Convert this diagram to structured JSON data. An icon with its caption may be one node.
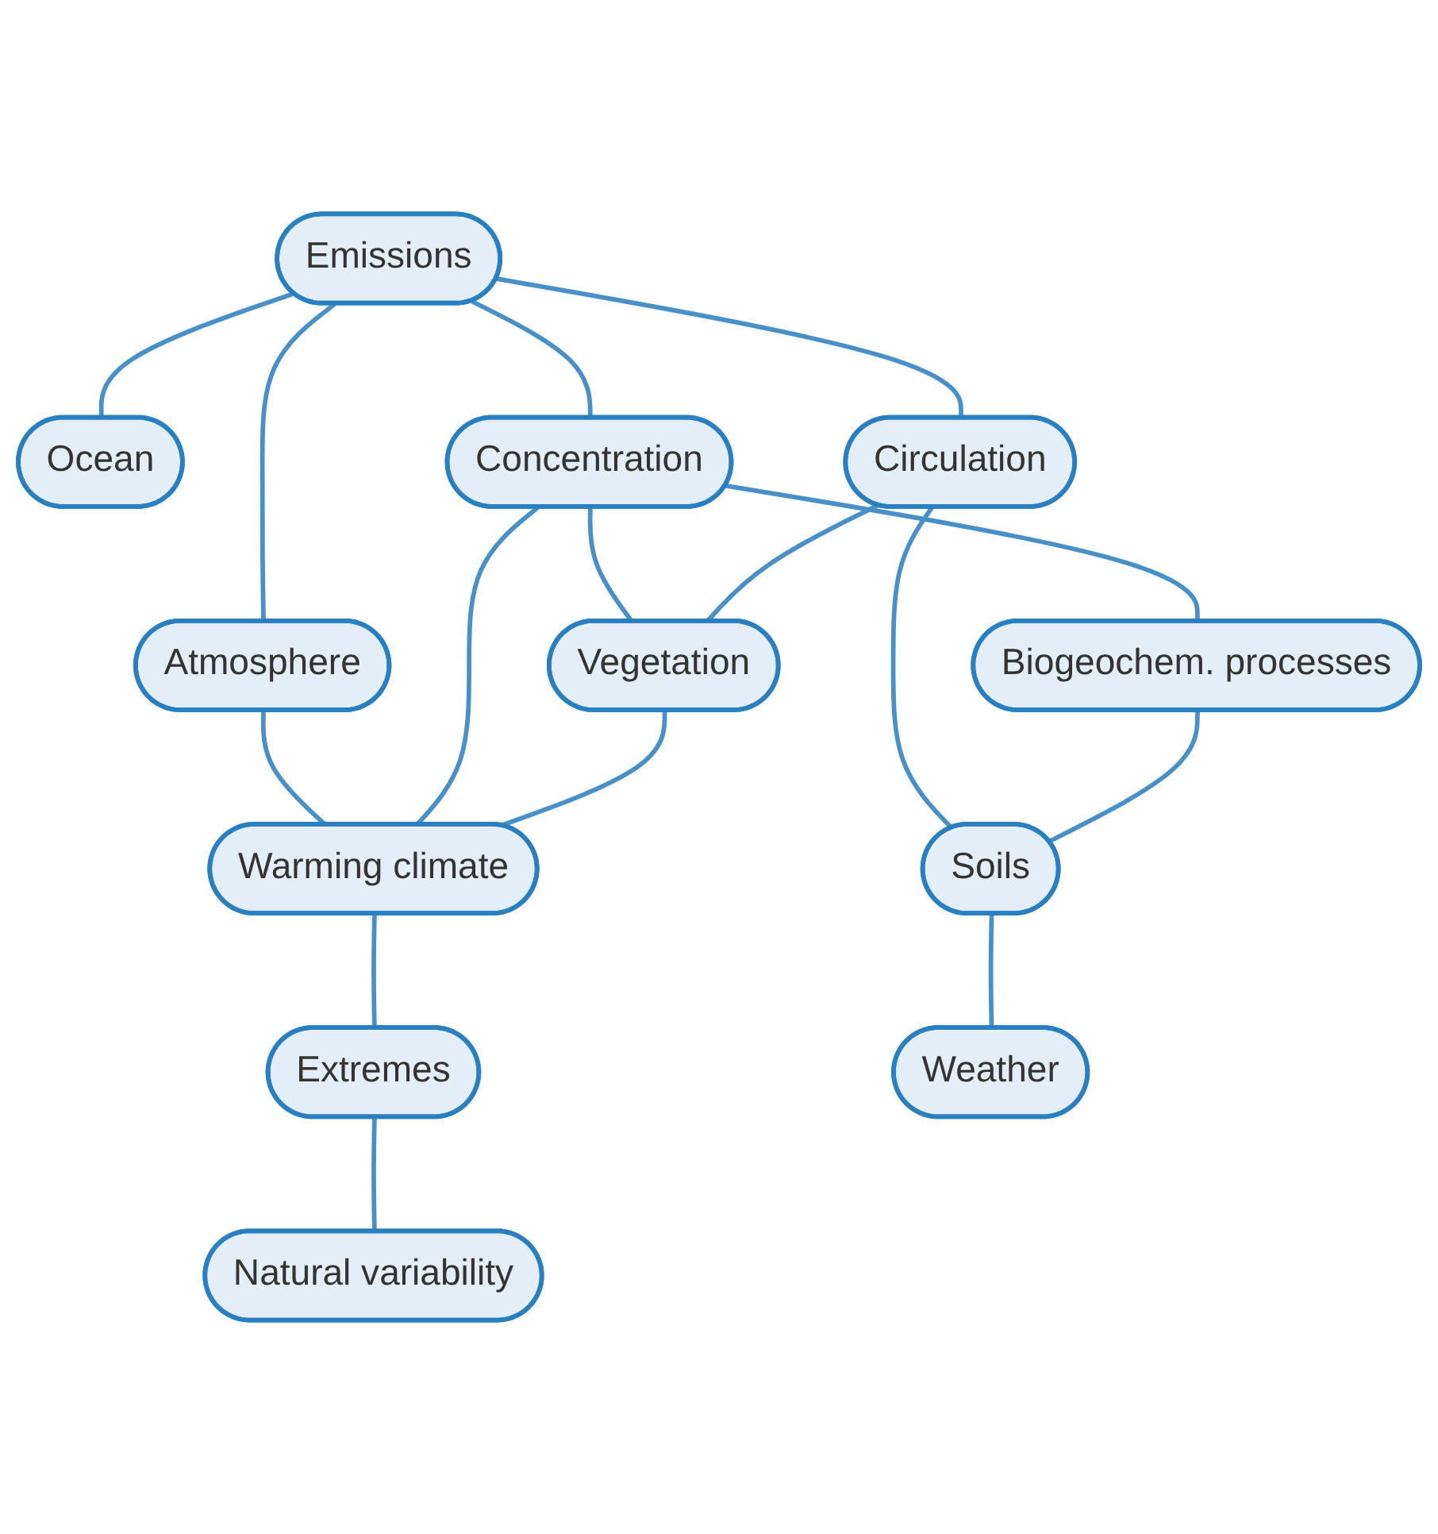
{
  "diagram": {
    "nodes": [
      {
        "text": [
          "Atmosphere"
        ]
      },
      {
        "text": [
          "Emissions"
        ]
      },
      {
        "text": [
          "Ocean"
        ]
      },
      {
        "text": [
          "Concentration"
        ]
      },
      {
        "text": [
          "Circulation"
        ]
      },
      {
        "text": [
          "Vegetation"
        ]
      },
      {
        "text": [
          "Biogeochem. processes"
        ]
      },
      {
        "text": [
          "Soils"
        ]
      },
      {
        "text": [
          "Warming climate"
        ]
      },
      {
        "text": [
          "Extremes"
        ]
      },
      {
        "text": [
          "Natural variability"
        ]
      },
      {
        "text": [
          "Weather"
        ]
      }
    ],
    "edges": [
      {
        "from": 1,
        "to": 2,
        "arrow": "none"
      },
      {
        "from": 1,
        "to": 4,
        "arrow": "none"
      },
      {
        "from": 1,
        "to": 3,
        "arrow": "none"
      },
      {
        "from": 1,
        "to": 0,
        "arrow": "none"
      },
      {
        "from": 0,
        "to": 8,
        "arrow": "none"
      },
      {
        "from": 3,
        "to": 5,
        "arrow": "none"
      },
      {
        "from": 3,
        "to": 6,
        "arrow": "none"
      },
      {
        "from": 3,
        "to": 8,
        "arrow": "none"
      },
      {
        "from": 4,
        "to": 5,
        "arrow": "none"
      },
      {
        "from": 4,
        "to": 7,
        "arrow": "none"
      },
      {
        "from": 6,
        "to": 7,
        "arrow": "none"
      },
      {
        "from": 5,
        "to": 8,
        "arrow": "none"
      },
      {
        "from": 8,
        "to": 9,
        "arrow": "none"
      },
      {
        "from": 9,
        "to": 10,
        "arrow": "none"
      },
      {
        "from": 7,
        "to": 11,
        "arrow": "none"
      }
    ]
  }
}
